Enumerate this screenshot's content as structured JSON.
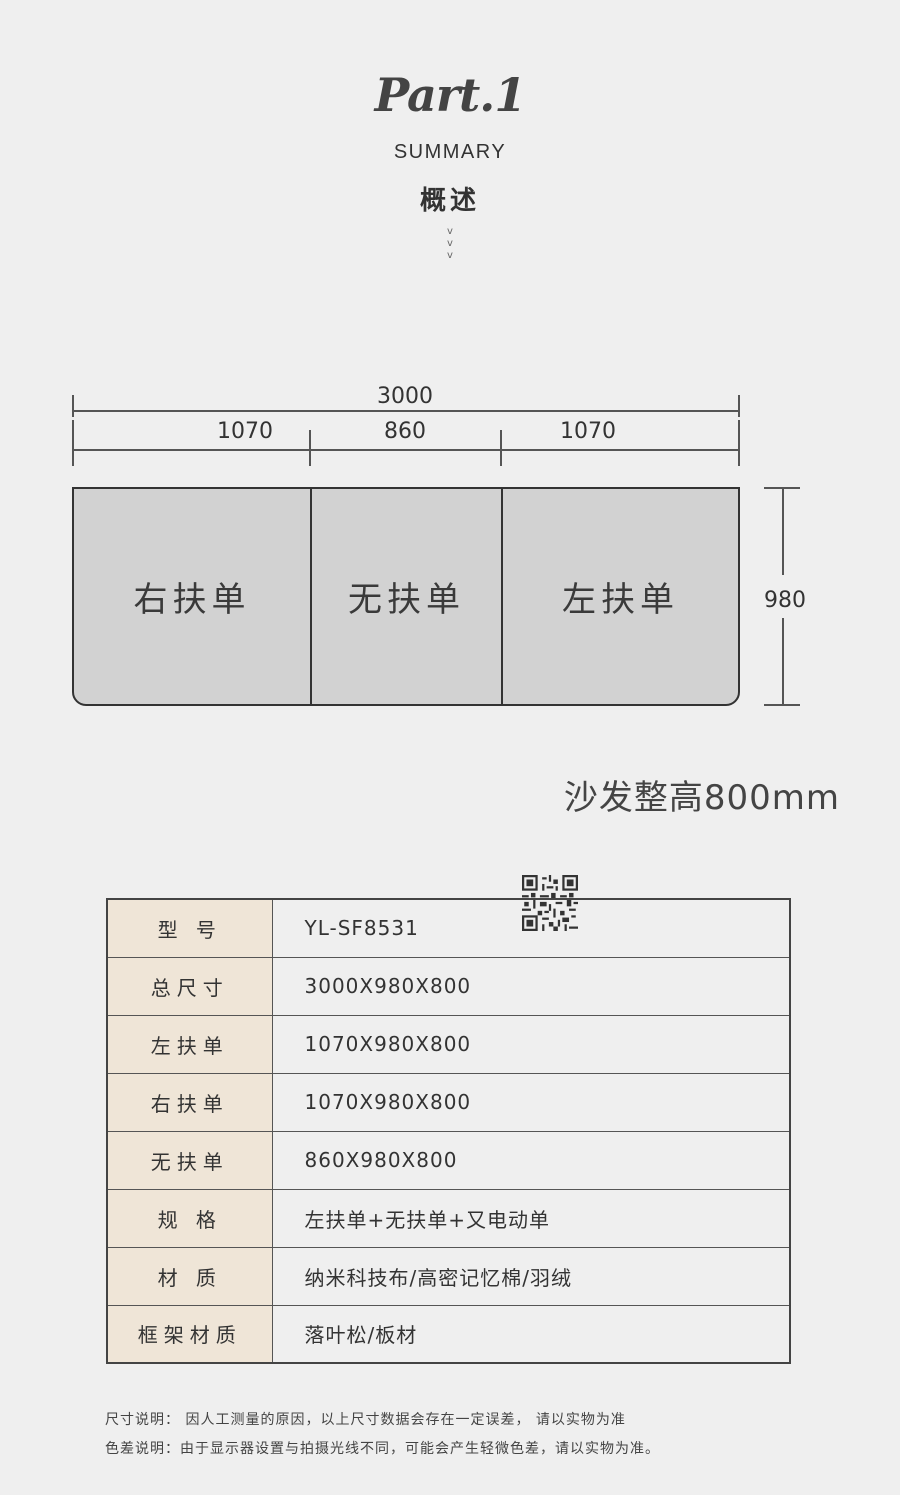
{
  "header": {
    "part": "Part.1",
    "summary": "SUMMARY",
    "overview": "概述",
    "chevron": "v"
  },
  "dimensions": {
    "total_width": "3000",
    "segments": [
      "1070",
      "860",
      "1070"
    ],
    "depth": "980"
  },
  "sofa": {
    "seats": [
      "右扶单",
      "无扶单",
      "左扶单"
    ]
  },
  "height_note": "沙发整高800mm",
  "specs": [
    {
      "label": "型 号",
      "value": "YL-SF8531"
    },
    {
      "label": "总尺寸",
      "value": "3000X980X800"
    },
    {
      "label": "左扶单",
      "value": "1070X980X800"
    },
    {
      "label": "右扶单",
      "value": "1070X980X800"
    },
    {
      "label": "无扶单",
      "value": "860X980X800"
    },
    {
      "label": "规 格",
      "value": "左扶单+无扶单+又电动单"
    },
    {
      "label": "材 质",
      "value": "纳米科技布/高密记忆棉/羽绒"
    },
    {
      "label": "框架材质",
      "value": "落叶松/板材"
    }
  ],
  "notes": [
    "尺寸说明： 因人工测量的原因，以上尺寸数据会存在一定误差， 请以实物为准",
    "色差说明：由于显示器设置与拍摄光线不同，可能会产生轻微色差，请以实物为准。"
  ],
  "colors": {
    "background": "#efefef",
    "label_cell": "#efe5d7",
    "seat_fill": "#d2d2d2"
  },
  "icons": {
    "qr": "qr-code-icon"
  }
}
